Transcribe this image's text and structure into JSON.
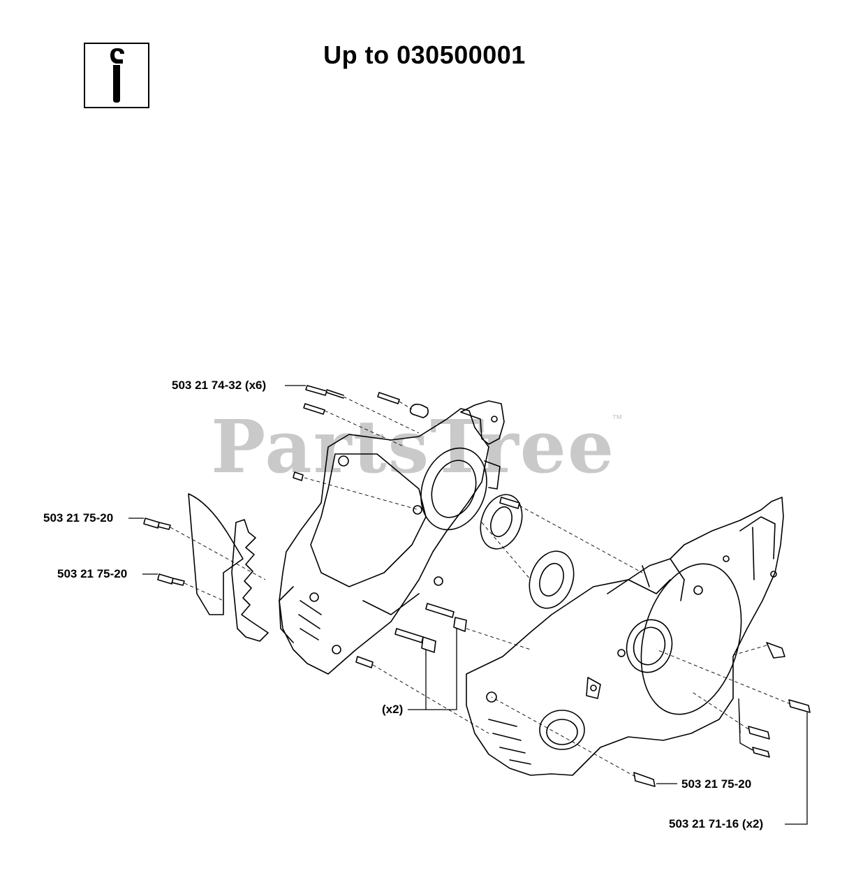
{
  "header": {
    "title": "Up to 030500001",
    "tool_icon": "wrench-info-icon"
  },
  "watermark": {
    "text": "PartsTree",
    "trademark": "™"
  },
  "callouts": {
    "screw_top": "503 21 74-32 (x6)",
    "screw_left_upper": "503 21 75-20",
    "screw_left_lower": "503 21 75-20",
    "qty_x2": "(x2)",
    "screw_bottom_right": "503 21 75-20",
    "screw_far_right": "503 21 71-16 (x2)"
  },
  "colors": {
    "ink": "#000000",
    "watermark": "#c9c9c9"
  }
}
